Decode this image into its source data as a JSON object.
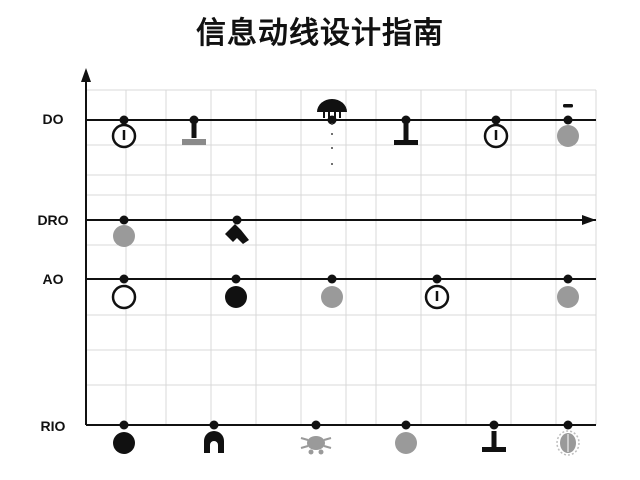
{
  "title": "信息动线设计指南",
  "rows": [
    {
      "label": "DO",
      "nodes": [
        {
          "column": 1,
          "icon": "clock-circle-icon"
        },
        {
          "column": 2,
          "icon": "bench-icon"
        },
        {
          "column": 3,
          "icon": "mushroom-fountain-icon"
        },
        {
          "column": 4,
          "icon": "t-post-icon"
        },
        {
          "column": 5,
          "icon": "clock-circle-icon"
        },
        {
          "column": 6,
          "icon": "gray-dot-icon"
        }
      ]
    },
    {
      "label": "DRO",
      "arrow_end": true,
      "nodes": [
        {
          "column": 1,
          "icon": "gray-dot-icon"
        },
        {
          "column": 2,
          "icon": "wrench-icon"
        }
      ]
    },
    {
      "label": "AO",
      "nodes": [
        {
          "column": 1,
          "icon": "hollow-circle-icon"
        },
        {
          "column": 2,
          "icon": "black-dot-icon"
        },
        {
          "column": 3,
          "icon": "gray-dot-icon"
        },
        {
          "column": 4,
          "icon": "clock-circle-icon"
        },
        {
          "column": 5,
          "icon": "gray-dot-icon"
        }
      ]
    },
    {
      "label": "RIO",
      "nodes": [
        {
          "column": 1,
          "icon": "black-dot-icon"
        },
        {
          "column": 2,
          "icon": "arch-icon"
        },
        {
          "column": 3,
          "icon": "crab-icon"
        },
        {
          "column": 4,
          "icon": "gray-dot-icon"
        },
        {
          "column": 5,
          "icon": "t-post-icon"
        },
        {
          "column": 6,
          "icon": "bug-icon"
        }
      ]
    }
  ],
  "colors": {
    "line": "#111111",
    "grid": "#d9d9d9",
    "gray_fill": "#9a9a9a"
  }
}
